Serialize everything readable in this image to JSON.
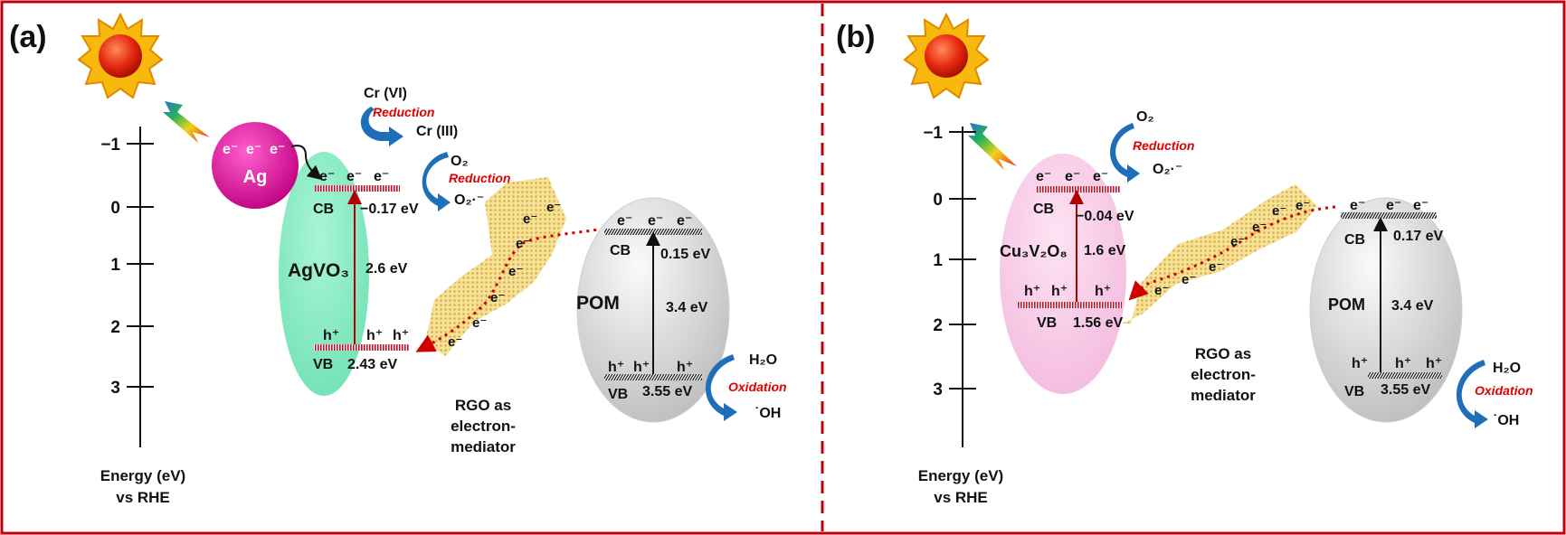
{
  "colors": {
    "frame": "#c0000b",
    "band_red": "#c8102e",
    "arrow_blue": "#1f6fb8",
    "mediator": "#f2d67a",
    "agvo3_fill": "#86ebc2",
    "cu3v2o8_fill": "#f7c9e6",
    "pom_fill": "#d8d8d8",
    "ag_fill": "#e0149b"
  },
  "icons": [
    "sun-icon",
    "light-bolt-icon",
    "curved-arrow-icon"
  ],
  "panel_a": {
    "tag": "(a)",
    "axis_ticks": [
      "−1",
      "0",
      "1",
      "2",
      "3"
    ],
    "axis_label_1": "Energy (eV)",
    "axis_label_2": "vs RHE",
    "ag": "Ag",
    "ag_electrons": [
      "e⁻",
      "e⁻",
      "e⁻"
    ],
    "cr6": "Cr (VI)",
    "cr3": "Cr (III)",
    "reduction": "Reduction",
    "o2": "O₂",
    "superoxide": "O₂·⁻",
    "semi": {
      "name": "AgVO₃",
      "cb": "CB",
      "cb_value": "−0.17 eV",
      "gap": "2.6 eV",
      "vb": "VB",
      "vb_value": "2.43 eV",
      "cb_electrons": [
        "e⁻",
        "e⁻",
        "e⁻"
      ],
      "vb_holes": [
        "h⁺",
        "h⁺",
        "h⁺"
      ]
    },
    "mediator_electrons": [
      "e⁻",
      "e⁻",
      "e⁻",
      "e⁻",
      "e⁻",
      "e⁻",
      "e⁻"
    ],
    "mediator_label": [
      "RGO as",
      "electron-",
      "mediator"
    ],
    "pom": {
      "name": "POM",
      "cb": "CB",
      "cb_value": "0.15 eV",
      "gap": "3.4 eV",
      "vb": "VB",
      "vb_value": "3.55 eV",
      "cb_electrons": [
        "e⁻",
        "e⁻",
        "e⁻"
      ],
      "vb_holes": [
        "h⁺",
        "h⁺",
        "h⁺"
      ]
    },
    "h2o": "H₂O",
    "oxidation": "Oxidation",
    "oh": "˙OH"
  },
  "panel_b": {
    "tag": "(b)",
    "axis_ticks": [
      "−1",
      "0",
      "1",
      "2",
      "3"
    ],
    "axis_label_1": "Energy (eV)",
    "axis_label_2": "vs RHE",
    "o2": "O₂",
    "reduction": "Reduction",
    "superoxide": "O₂·⁻",
    "semi": {
      "name": "Cu₃V₂O₈",
      "cb": "CB",
      "cb_value": "−0.04 eV",
      "gap": "1.6 eV",
      "vb": "VB",
      "vb_value": "1.56 eV",
      "cb_electrons": [
        "e⁻",
        "e⁻",
        "e⁻"
      ],
      "vb_holes": [
        "h⁺",
        "h⁺",
        "h⁺"
      ]
    },
    "mediator_electrons": [
      "e⁻",
      "e⁻",
      "e⁻",
      "e⁻",
      "e⁻",
      "e⁻",
      "e⁻"
    ],
    "mediator_label": [
      "RGO as",
      "electron-",
      "mediator"
    ],
    "pom": {
      "name": "POM",
      "cb": "CB",
      "cb_value": "0.17 eV",
      "gap": "3.4 eV",
      "vb": "VB",
      "vb_value": "3.55 eV",
      "cb_electrons": [
        "e⁻",
        "e⁻",
        "e⁻"
      ],
      "vb_holes": [
        "h⁺",
        "h⁺",
        "h⁺"
      ]
    },
    "h2o": "H₂O",
    "oxidation": "Oxidation",
    "oh": "˙OH"
  }
}
